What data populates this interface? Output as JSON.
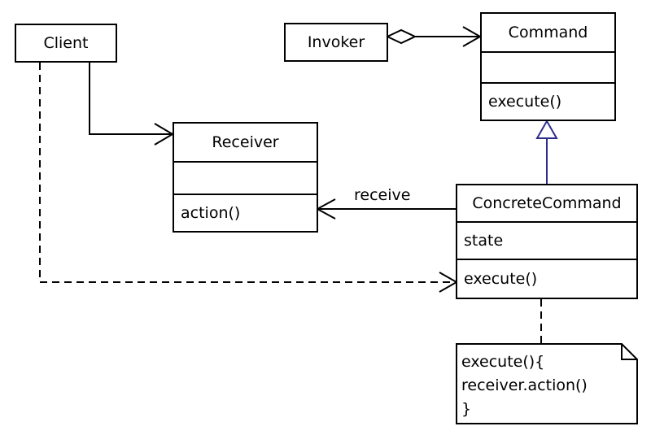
{
  "classes": {
    "client": {
      "name": "Client"
    },
    "invoker": {
      "name": "Invoker"
    },
    "command": {
      "name": "Command",
      "attributes": "",
      "methods": "execute()"
    },
    "receiver": {
      "name": "Receiver",
      "attributes": "",
      "methods": "action()"
    },
    "concrete_command": {
      "name": "ConcreteCommand",
      "attributes": "state",
      "methods": "execute()"
    }
  },
  "relations": {
    "receive_label": "receive"
  },
  "note": {
    "lines": [
      "execute(){",
      "receiver.action()",
      "}"
    ]
  },
  "colors": {
    "line": "#000000",
    "inheritance": "#2e2e8a"
  }
}
